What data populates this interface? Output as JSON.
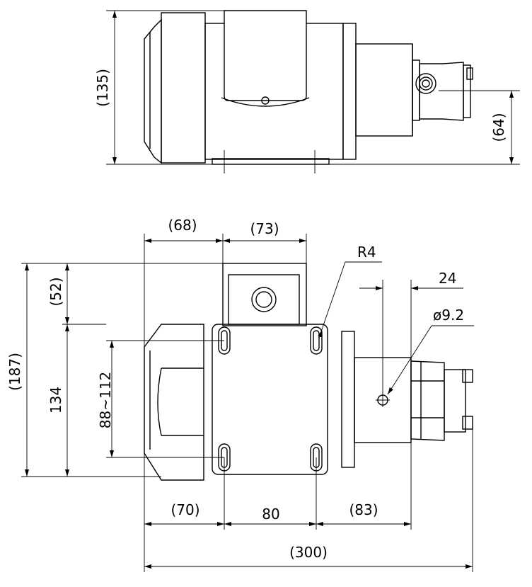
{
  "title": "",
  "colors": {
    "line": "#000000",
    "background": "#ffffff"
  },
  "top_view": {
    "dim_height_total": "(135)",
    "dim_height_shaft": "(64)"
  },
  "front_view": {
    "dim_68": "(68)",
    "dim_73": "(73)",
    "dim_52": "(52)",
    "dim_187": "(187)",
    "dim_134": "134",
    "dim_slot": "88~112",
    "dim_r4": "R4",
    "dim_24": "24",
    "dim_hole": "ø9.2",
    "dim_70": "(70)",
    "dim_80": "80",
    "dim_83": "(83)",
    "dim_300": "(300)"
  }
}
